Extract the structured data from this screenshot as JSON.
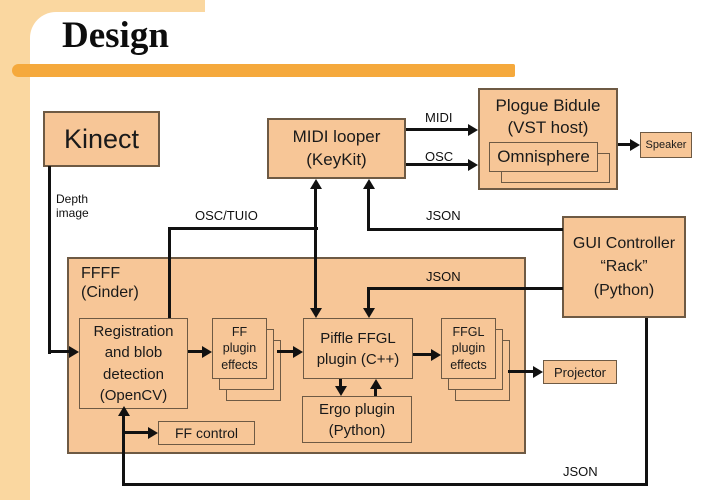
{
  "slide": {
    "title": "Design",
    "colors": {
      "accent_bar": "#F5A93C",
      "side_panel": "#FAD7A0",
      "box_fill": "#F7C697",
      "box_border": "#6e5a44",
      "line": "#111111"
    }
  },
  "diagram": {
    "nodes": {
      "kinect": "Kinect",
      "midi_looper": "MIDI looper\n(KeyKit)",
      "plogue_bidule": "Plogue Bidule\n(VST host)",
      "omnisphere": "Omnisphere",
      "speaker": "Speaker",
      "gui_controller": "GUI Controller\n“Rack”\n(Python)",
      "ffff": "FFFF\n(Cinder)",
      "registration": "Registration\nand blob\ndetection\n(OpenCV)",
      "ff_plugin_effects": "FF\nplugin\neffects",
      "piffle": "Piffle FFGL\nplugin (C++)",
      "ffgl_plugin_effects": "FFGL\nplugin\neffects",
      "ergo": "Ergo plugin\n(Python)",
      "ff_control": "FF control",
      "projector": "Projector"
    },
    "edge_labels": {
      "depth_image": "Depth\nimage",
      "osc_tuio": "OSC/TUIO",
      "midi": "MIDI",
      "osc": "OSC",
      "json_to_midi_looper": "JSON",
      "json_to_piffle": "JSON",
      "json_bottom": "JSON"
    }
  }
}
